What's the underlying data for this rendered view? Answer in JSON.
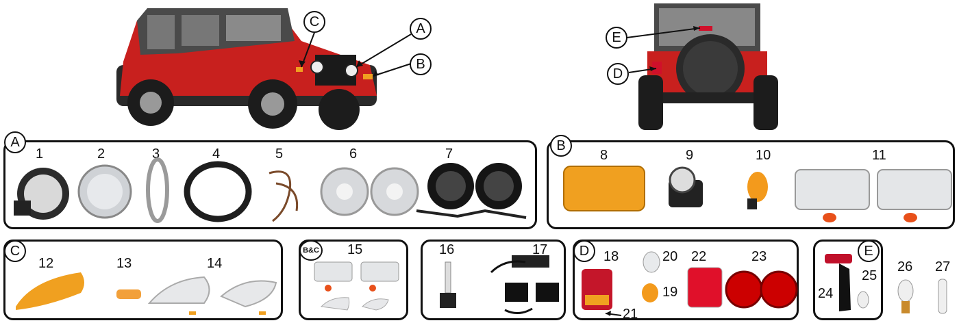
{
  "callouts": {
    "top_front": [
      "C",
      "A",
      "B"
    ],
    "top_rear": [
      "E",
      "D"
    ]
  },
  "panels": {
    "A": {
      "letter": "A",
      "numbers": [
        "1",
        "2",
        "3",
        "4",
        "5",
        "6",
        "7"
      ]
    },
    "B": {
      "letter": "B",
      "numbers": [
        "8",
        "9",
        "10",
        "11"
      ]
    },
    "C": {
      "letter": "C",
      "numbers": [
        "12",
        "13",
        "14"
      ]
    },
    "BC": {
      "letter": "B&C",
      "numbers": [
        "15"
      ]
    },
    "misc": {
      "numbers": [
        "16",
        "17"
      ]
    },
    "D": {
      "letter": "D",
      "numbers": [
        "18",
        "20",
        "22",
        "23",
        "19",
        "21"
      ]
    },
    "E": {
      "letter": "E",
      "numbers": [
        "25",
        "24",
        "26",
        "27"
      ]
    }
  },
  "colors": {
    "jeep_red": "#c8201e",
    "amber": "#f0a020",
    "chrome": "#c9ccd0",
    "black": "#1a1a1a",
    "red_lens": "#d0102a"
  }
}
